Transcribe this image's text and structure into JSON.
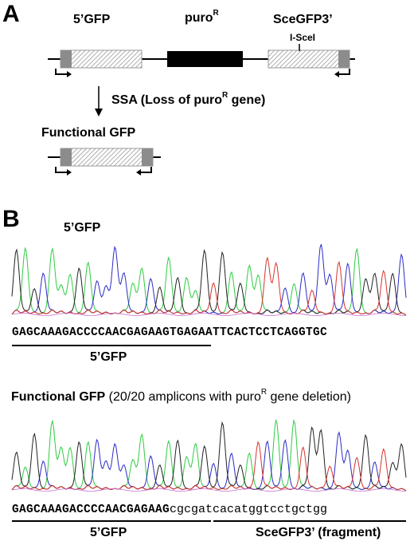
{
  "panel_a": {
    "letter": "A",
    "label_5gfp": "5’GFP",
    "label_puro": "puro",
    "label_puro_sup": "R",
    "label_sce": "SceGFP3’",
    "label_isce": "I-SceI",
    "ssa_text": "SSA (Loss of puro",
    "ssa_sup": "R",
    "ssa_text_end": " gene)",
    "functional_label": "Functional GFP"
  },
  "panel_b": {
    "letter": "B",
    "top_title": "5’GFP",
    "top_seq": "GAGCAAAGACCCCAACGAGAAGTGAGAATTCACTCCTCAGGTGC",
    "top_underline_label": "5’GFP",
    "bottom_title_bold": "Functional GFP",
    "bottom_title_rest": " (20/20 amplicons with puro",
    "bottom_title_sup": "R",
    "bottom_title_end": " gene deletion)",
    "bottom_seq_upper": "GAGCAAAGACCCCAACGAGAAG",
    "bottom_seq_lower": "cgcgatcacatggtcctgctgg",
    "bottom_label_left": "5’GFP",
    "bottom_label_right": "SceGFP3’ (fragment)"
  },
  "colors": {
    "trace_a": "#2ecc40",
    "trace_c": "#2b2bc8",
    "trace_g": "#222222",
    "trace_t": "#d9322b",
    "trace_extra": "#c86bd0",
    "hatched_box": "#9a9a9a",
    "gray_block": "#8c8c8c",
    "black_block": "#000000"
  }
}
